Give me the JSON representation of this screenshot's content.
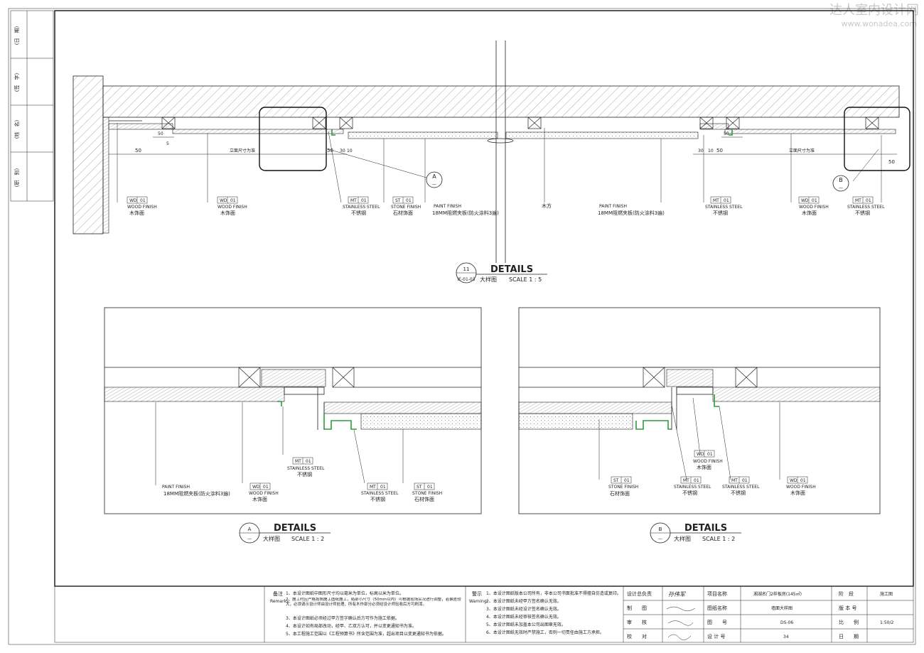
{
  "watermark": {
    "title": "达人室内设计网",
    "url": "www.wonadea.com"
  },
  "side_stamp": [
    "(日　期)",
    "(签　字)",
    "(姓　名)",
    "(职　别)"
  ],
  "main_detail": {
    "number": "11",
    "ref": "IE-01-03",
    "title": "DETAILS",
    "subtitle": "大样图",
    "scale": "SCALE 1 : 5",
    "dims": [
      "50",
      "50",
      "50",
      "50",
      "50",
      "30",
      "10",
      "30",
      "10",
      "立面尺寸为准",
      "立面尺寸为准",
      "5"
    ],
    "callout_a": {
      "letter": "A",
      "line": "—"
    },
    "callout_b": {
      "letter": "B",
      "line": "—"
    },
    "labels": [
      {
        "code": "WD",
        "num": "01",
        "en": "WOOD FINISH",
        "cn": "木饰面"
      },
      {
        "code": "WD",
        "num": "01",
        "en": "WOOD FINISH",
        "cn": "木饰面"
      },
      {
        "code": "MT",
        "num": "01",
        "en": "STAINLESS STEEL",
        "cn": "不锈钢"
      },
      {
        "code": "ST",
        "num": "01",
        "en": "STONE FINISH",
        "cn": "石材饰面"
      },
      {
        "en": "PAINT FINISH",
        "cn": "18MM阻燃夹板(防火涂料3遍)"
      },
      {
        "cn": "木方"
      },
      {
        "en": "PAINT FINISH",
        "cn": "18MM阻燃夹板(防火涂料3遍)"
      },
      {
        "code": "MT",
        "num": "01",
        "en": "STAINLESS STEEL",
        "cn": "不锈钢"
      },
      {
        "code": "WD",
        "num": "01",
        "en": "WOOD FINISH",
        "cn": "木饰面"
      },
      {
        "code": "MT",
        "num": "01",
        "en": "STAINLESS STEEL",
        "cn": "不锈钢"
      }
    ]
  },
  "detail_a": {
    "letter": "A",
    "line": "—",
    "title": "DETAILS",
    "subtitle": "大样图",
    "scale": "SCALE 1 : 2",
    "labels": [
      {
        "en": "PAINT FINISH",
        "cn": "18MM阻燃夹板(防火涂料3遍)"
      },
      {
        "code": "WD",
        "num": "01",
        "en": "WOOD FINISH",
        "cn": "木饰面"
      },
      {
        "code": "MT",
        "num": "01",
        "en": "STAINLESS STEEL",
        "cn": "不锈钢"
      },
      {
        "code": "MT",
        "num": "01",
        "en": "STAINLESS STEEL",
        "cn": "不锈钢"
      },
      {
        "code": "ST",
        "num": "01",
        "en": "STONE FINISH",
        "cn": "石材饰面"
      }
    ]
  },
  "detail_b": {
    "letter": "B",
    "line": "—",
    "title": "DETAILS",
    "subtitle": "大样图",
    "scale": "SCALE 1 : 2",
    "labels": [
      {
        "code": "ST",
        "num": "01",
        "en": "STONE FINISH",
        "cn": "石材饰面"
      },
      {
        "code": "MT",
        "num": "01",
        "en": "STAINLESS STEEL",
        "cn": "不锈钢"
      },
      {
        "code": "WD",
        "num": "01",
        "en": "WOOD FINISH",
        "cn": "木饰面"
      },
      {
        "code": "MT",
        "num": "01",
        "en": "STAINLESS STEEL",
        "cn": "不锈钢"
      },
      {
        "code": "WD",
        "num": "01",
        "en": "WOOD FINISH",
        "cn": "木饰面"
      }
    ]
  },
  "notes": {
    "title": "备注",
    "sub": "Remarks:",
    "items": [
      "1、本设计图纸中图形尺寸均以毫米为单位，标高以米为单位。",
      "2、施工时应严格按照施工图纸施工，局部小尺寸（50mm以内）可根据现场实况进行调整，若偏差较大，必须请示设计师由设计师处理，所有木作部分必须经设计师验收后方可刷漆。",
      "3、本设计图纸必须经过甲方签字确认后方可作为施工依据。",
      "4、本设计如有局部改动，经甲、乙双方认可，并以变更通知书为准。",
      "5、本工程施工范围以《工程预算书》所含范围为准，超出项目以变更通知书为依据。"
    ]
  },
  "warnings": {
    "title": "警示",
    "sub": "Warning:",
    "items": [
      "1、本设计图纸版本公司所有，非本公司书面批准不得擅自仿造或复印。",
      "2、本设计图纸未经甲方签名确认无效。",
      "3、本设计图纸未经设计签名确认无效。",
      "4、本设计图纸未经审核签名确认无效。",
      "5、本设计图纸未加盖本公司出图章无效。",
      "6、本设计图纸无效时严禁施工，否则一切责任由施工方承担。"
    ]
  },
  "title_block": {
    "rows": [
      {
        "l1": "设计总负责",
        "v1": "孙伟军",
        "l2": "项目名称",
        "v2": "湘湖名门2样板房(145㎡)",
        "l3": "阶　段",
        "v3": "施工图"
      },
      {
        "l1": "制　　图",
        "v1": "",
        "l2": "图纸名称",
        "v2": "墙面大样图",
        "l3": "版 本 号",
        "v3": ""
      },
      {
        "l1": "审　　核",
        "v1": "",
        "l2": "图　　号",
        "v2": "DS-06",
        "l3": "比　　例",
        "v3": "1:50/2"
      },
      {
        "l1": "校　　对",
        "v1": "",
        "l2": "设 计 号",
        "v2": "34",
        "l3": "日　　期",
        "v3": ""
      }
    ]
  }
}
